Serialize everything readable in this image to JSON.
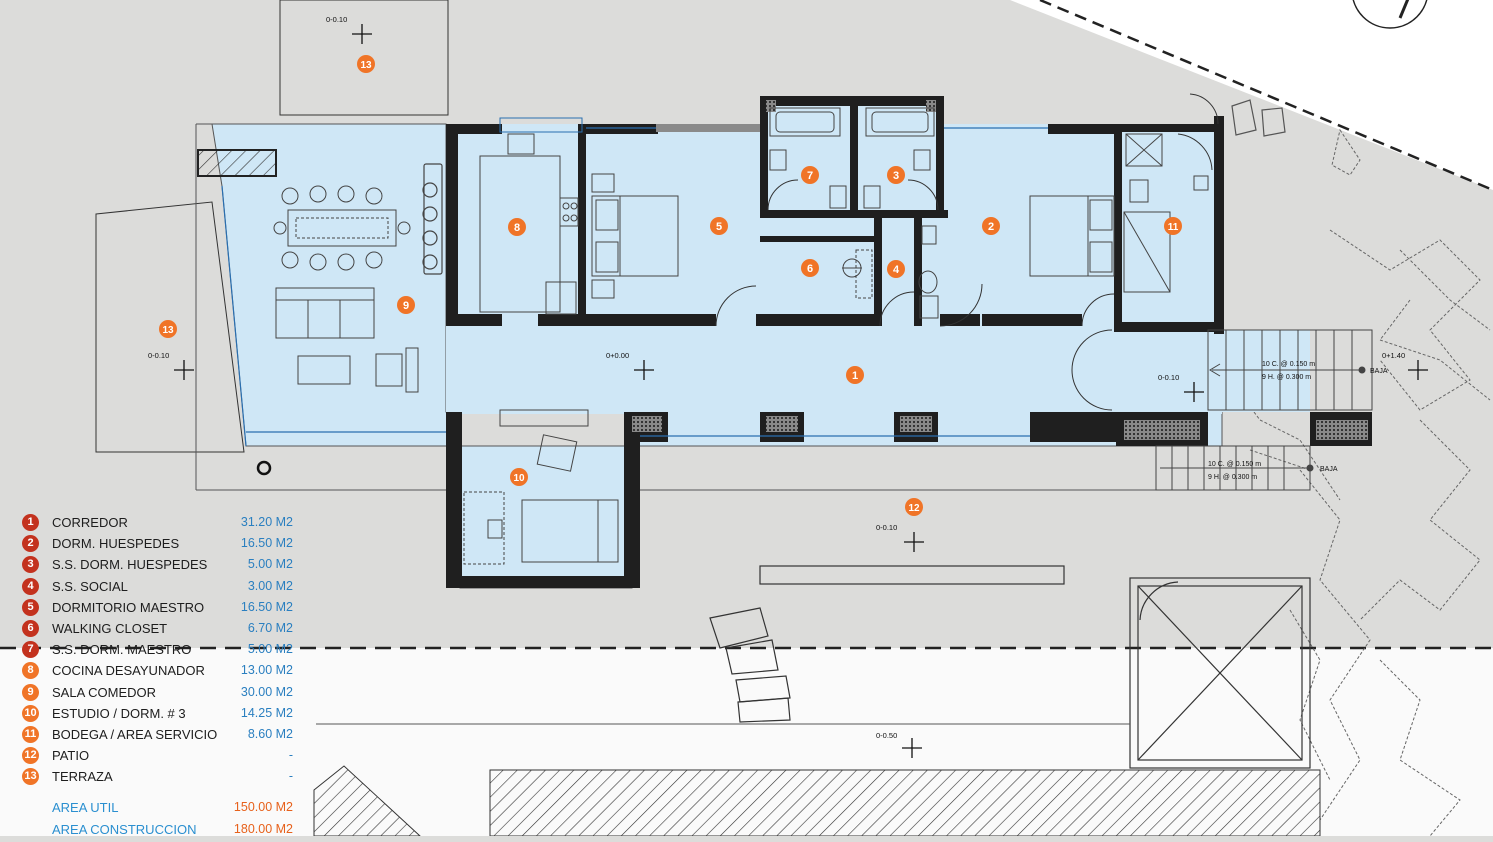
{
  "colors": {
    "ground": "#dcdcda",
    "floor": "#cfe7f6",
    "wall": "#222222",
    "badge_dark": "#c3321e",
    "badge_orange": "#f07427",
    "area_blue": "#2a7fc0",
    "total_orange": "#e7611b"
  },
  "rooms": [
    {
      "num": "1",
      "name": "CORREDOR",
      "area": "31.20 M2",
      "tone": "dark"
    },
    {
      "num": "2",
      "name": "DORM. HUESPEDES",
      "area": "16.50 M2",
      "tone": "dark"
    },
    {
      "num": "3",
      "name": "S.S. DORM. HUESPEDES",
      "area": "5.00 M2",
      "tone": "dark"
    },
    {
      "num": "4",
      "name": "S.S. SOCIAL",
      "area": "3.00 M2",
      "tone": "dark"
    },
    {
      "num": "5",
      "name": "DORMITORIO MAESTRO",
      "area": "16.50 M2",
      "tone": "dark"
    },
    {
      "num": "6",
      "name": "WALKING CLOSET",
      "area": "6.70 M2",
      "tone": "dark"
    },
    {
      "num": "7",
      "name": "S.S. DORM. MAESTRO",
      "area": "5.00 M2",
      "tone": "dark"
    },
    {
      "num": "8",
      "name": "COCINA DESAYUNADOR",
      "area": "13.00 M2",
      "tone": "orange"
    },
    {
      "num": "9",
      "name": "SALA COMEDOR",
      "area": "30.00 M2",
      "tone": "orange"
    },
    {
      "num": "10",
      "name": "ESTUDIO / DORM. # 3",
      "area": "14.25 M2",
      "tone": "orange"
    },
    {
      "num": "11",
      "name": "BODEGA / AREA SERVICIO",
      "area": "8.60 M2",
      "tone": "orange"
    },
    {
      "num": "12",
      "name": "PATIO",
      "area": "-",
      "tone": "orange"
    },
    {
      "num": "13",
      "name": "TERRAZA",
      "area": "-",
      "tone": "orange"
    }
  ],
  "totals": [
    {
      "name": "AREA UTIL",
      "value": "150.00 M2"
    },
    {
      "name": "AREA CONSTRUCCION",
      "value": "180.00 M2"
    }
  ],
  "levels": {
    "lvl_top": "0-0.10",
    "lvl_terrace": "0-0.10",
    "lvl_interior": "0+0.00",
    "lvl_service": "0-0.10",
    "lvl_patio": "0-0.10",
    "lvl_yard": "0-0.50",
    "lvl_exterior": "0+1.40"
  },
  "stairs": {
    "upper_rise": "10 C. @ 0.150 m",
    "upper_tread": "9 H. @ 0.300 m",
    "upper_dir": "BAJA",
    "lower_rise": "10 C. @ 0.150 m",
    "lower_tread": "9 H. @ 0.300 m",
    "lower_dir": "BAJA"
  },
  "markers": {
    "m1": "1",
    "m2": "2",
    "m3": "3",
    "m4": "4",
    "m5": "5",
    "m6": "6",
    "m7": "7",
    "m8": "8",
    "m9": "9",
    "m10": "10",
    "m11": "11",
    "m12": "12",
    "m13a": "13",
    "m13b": "13"
  }
}
